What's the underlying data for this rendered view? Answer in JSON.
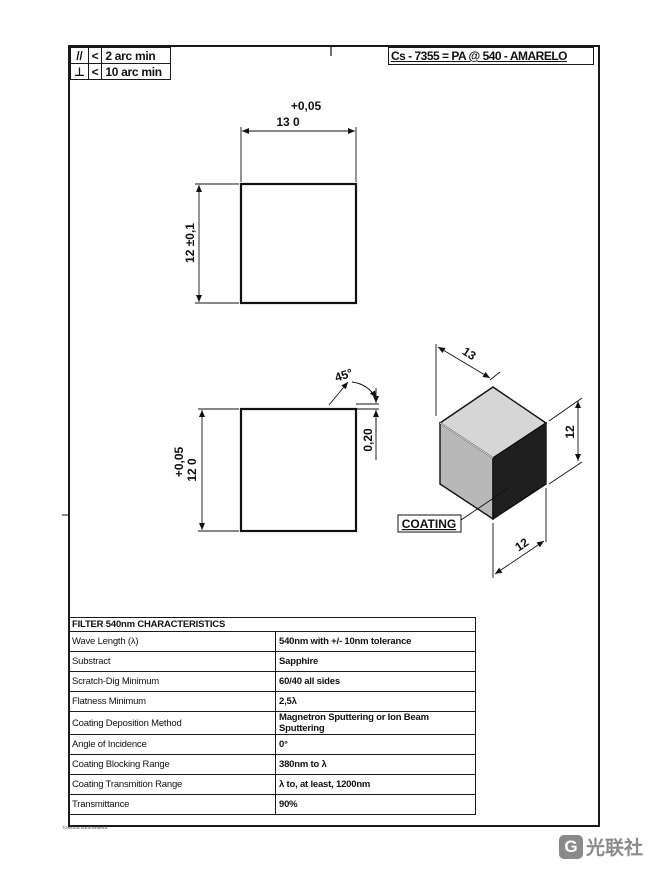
{
  "tolerances": [
    {
      "symbol": "//",
      "relation": "<",
      "value": "2  arc min"
    },
    {
      "symbol": "⊥",
      "relation": "<",
      "value": "10 arc min"
    }
  ],
  "title": "Cs - 7355 = PA @ 540 - AMARELO",
  "top_view": {
    "width_tolerance": "+0,05",
    "width_value": "13  0",
    "height_label": "12 ±0,1"
  },
  "side_view": {
    "height_tolerance": "+0,05",
    "height_value": "12  0",
    "chamfer_angle": "45°",
    "chamfer_size": "0,20"
  },
  "iso_view": {
    "dim_top": "13",
    "dim_right": "12",
    "dim_bottom": "12",
    "coating_label": "COATING"
  },
  "spec_table": {
    "title": "FILTER 540nm CHARACTERISTICS",
    "rows": [
      {
        "param": "Wave Length (λ)",
        "value": "540nm with +/- 10nm tolerance"
      },
      {
        "param": "Substract",
        "value": "Sapphire"
      },
      {
        "param": "Scratch-Dig Minimum",
        "value": "60/40 all sides"
      },
      {
        "param": "Flatness Minimum",
        "value": "2,5λ"
      },
      {
        "param": "Coating Deposition Method",
        "value": "Magnetron Sputtering or Ion Beam Sputtering"
      },
      {
        "param": "Angle of Incidence",
        "value": "0°"
      },
      {
        "param": "Coating Blocking Range",
        "value": "380nm to λ"
      },
      {
        "param": "Coating Transmition Range",
        "value": "λ to, at least, 1200nm"
      },
      {
        "param": "Transmittance",
        "value": "90%"
      }
    ]
  },
  "footer_note": "TOMOGA ENGENHARIA",
  "watermark": {
    "icon": "G",
    "text": "光联社"
  }
}
